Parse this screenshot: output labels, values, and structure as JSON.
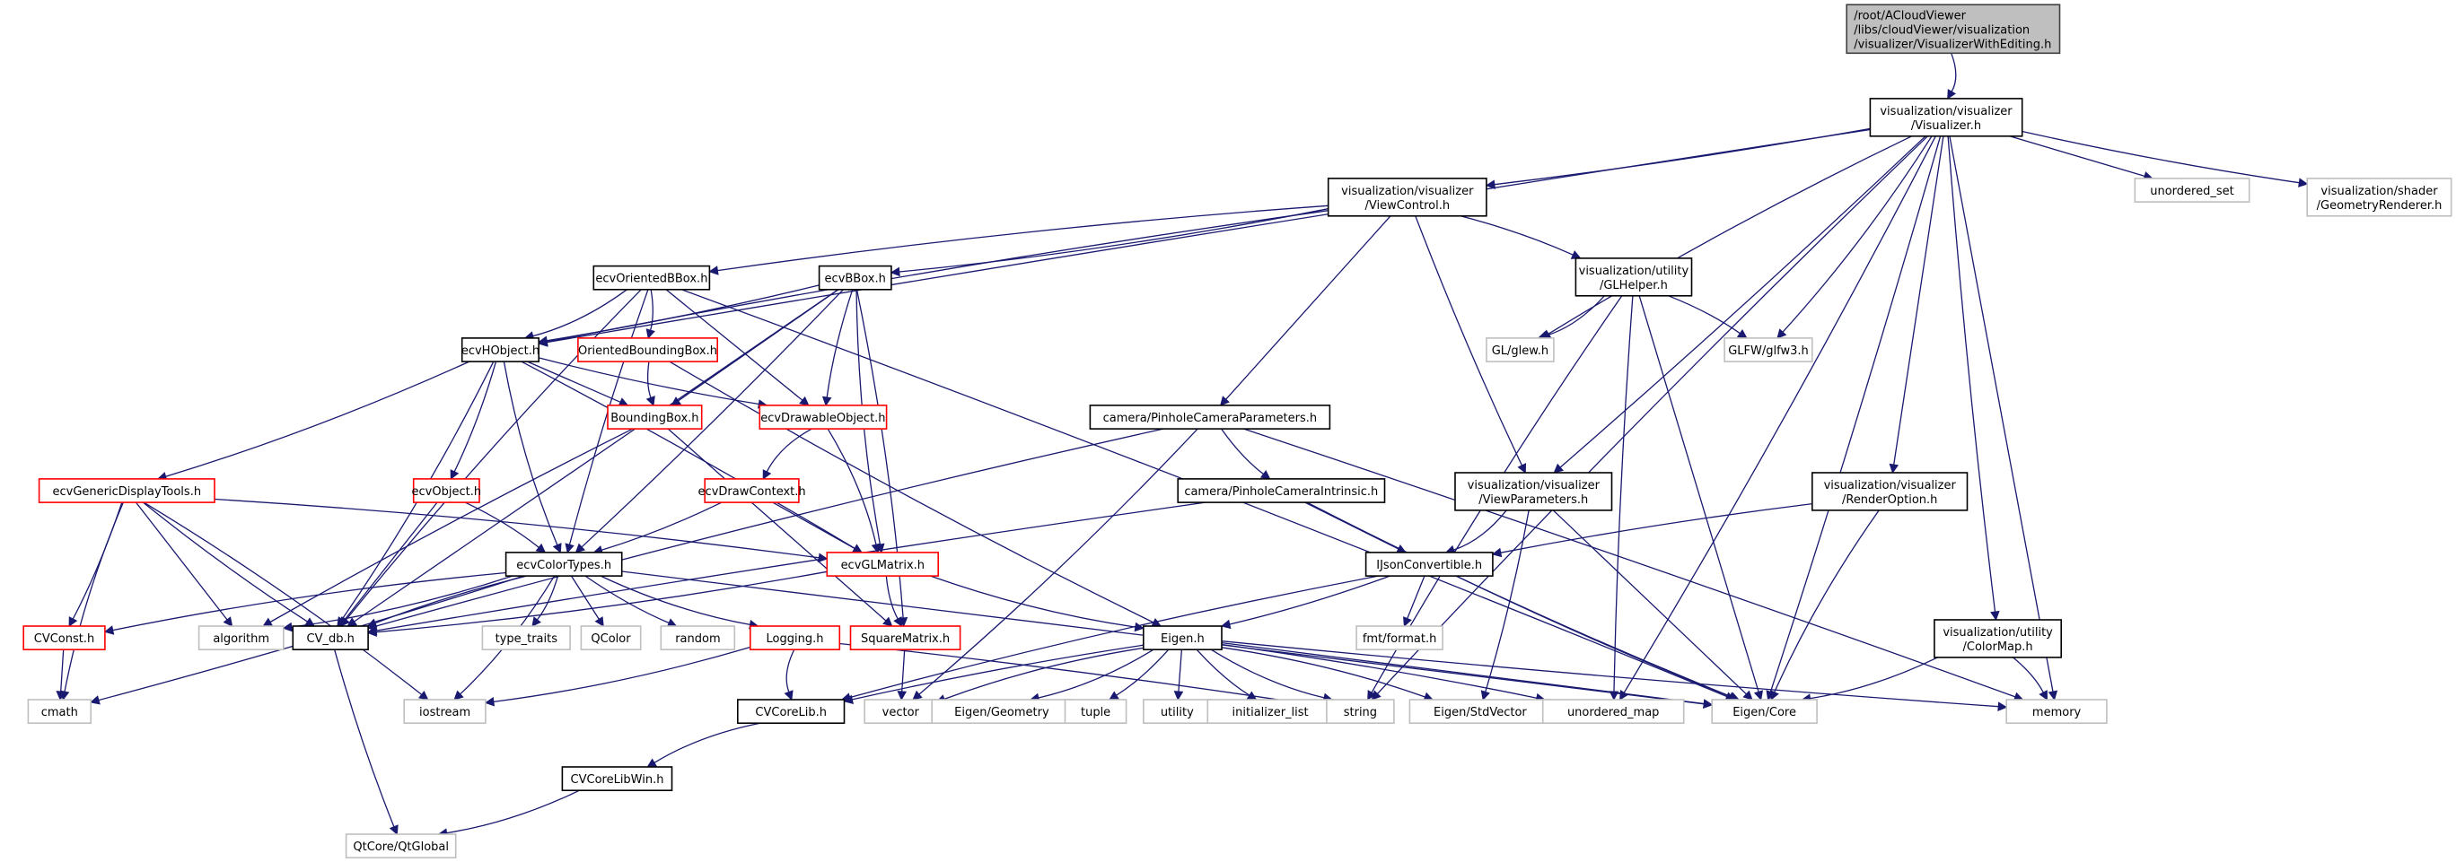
{
  "title": "Include dependency graph for VisualizerWithEditing.h",
  "colors": {
    "edge": "#191970",
    "root_fill": "#bfbfbf",
    "root_border": "#404040",
    "documented_border": "#000000",
    "truncated_border": "#ff0000",
    "external_border": "#bfbfbf"
  },
  "nodes": [
    {
      "id": "root",
      "lines": [
        "/root/ACloudViewer",
        "/libs/cloudViewer/visualization",
        "/visualizer/VisualizerWithEditing.h"
      ],
      "kind": "root"
    },
    {
      "id": "visualizer",
      "lines": [
        "visualization/visualizer",
        "/Visualizer.h"
      ],
      "kind": "documented"
    },
    {
      "id": "viewcontrol",
      "lines": [
        "visualization/visualizer",
        "/ViewControl.h"
      ],
      "kind": "documented"
    },
    {
      "id": "unordered_set",
      "lines": [
        "unordered_set"
      ],
      "kind": "external"
    },
    {
      "id": "geomrenderer",
      "lines": [
        "visualization/shader",
        "/GeometryRenderer.h"
      ],
      "kind": "external"
    },
    {
      "id": "ecvorientedbbox",
      "lines": [
        "ecvOrientedBBox.h"
      ],
      "kind": "documented"
    },
    {
      "id": "ecvbbox",
      "lines": [
        "ecvBBox.h"
      ],
      "kind": "documented"
    },
    {
      "id": "glhelper",
      "lines": [
        "visualization/utility",
        "/GLHelper.h"
      ],
      "kind": "documented"
    },
    {
      "id": "glew",
      "lines": [
        "GL/glew.h"
      ],
      "kind": "external"
    },
    {
      "id": "glfw",
      "lines": [
        "GLFW/glfw3.h"
      ],
      "kind": "external"
    },
    {
      "id": "ecvhobject",
      "lines": [
        "ecvHObject.h"
      ],
      "kind": "documented"
    },
    {
      "id": "orientedbb",
      "lines": [
        "OrientedBoundingBox.h"
      ],
      "kind": "truncated"
    },
    {
      "id": "boundingbox",
      "lines": [
        "BoundingBox.h"
      ],
      "kind": "truncated"
    },
    {
      "id": "drawable",
      "lines": [
        "ecvDrawableObject.h"
      ],
      "kind": "truncated"
    },
    {
      "id": "pinholeparams",
      "lines": [
        "camera/PinholeCameraParameters.h"
      ],
      "kind": "documented"
    },
    {
      "id": "pinholeintr",
      "lines": [
        "camera/PinholeCameraIntrinsic.h"
      ],
      "kind": "documented"
    },
    {
      "id": "viewparams",
      "lines": [
        "visualization/visualizer",
        "/ViewParameters.h"
      ],
      "kind": "documented"
    },
    {
      "id": "renderoption",
      "lines": [
        "visualization/visualizer",
        "/RenderOption.h"
      ],
      "kind": "documented"
    },
    {
      "id": "genericdisplay",
      "lines": [
        "ecvGenericDisplayTools.h"
      ],
      "kind": "truncated"
    },
    {
      "id": "ecvobject",
      "lines": [
        "ecvObject.h"
      ],
      "kind": "truncated"
    },
    {
      "id": "drawcontext",
      "lines": [
        "ecvDrawContext.h"
      ],
      "kind": "truncated"
    },
    {
      "id": "colortypes",
      "lines": [
        "ecvColorTypes.h"
      ],
      "kind": "documented"
    },
    {
      "id": "glmatrix",
      "lines": [
        "ecvGLMatrix.h"
      ],
      "kind": "truncated"
    },
    {
      "id": "ijson",
      "lines": [
        "IJsonConvertible.h"
      ],
      "kind": "documented"
    },
    {
      "id": "colormap",
      "lines": [
        "visualization/utility",
        "/ColorMap.h"
      ],
      "kind": "documented"
    },
    {
      "id": "cvconst",
      "lines": [
        "CVConst.h"
      ],
      "kind": "truncated"
    },
    {
      "id": "algorithm",
      "lines": [
        "algorithm"
      ],
      "kind": "external"
    },
    {
      "id": "cvdb",
      "lines": [
        "CV_db.h"
      ],
      "kind": "documented"
    },
    {
      "id": "type_traits",
      "lines": [
        "type_traits"
      ],
      "kind": "external"
    },
    {
      "id": "qcolor",
      "lines": [
        "QColor"
      ],
      "kind": "external"
    },
    {
      "id": "random",
      "lines": [
        "random"
      ],
      "kind": "external"
    },
    {
      "id": "logging",
      "lines": [
        "Logging.h"
      ],
      "kind": "truncated"
    },
    {
      "id": "squarematrix",
      "lines": [
        "SquareMatrix.h"
      ],
      "kind": "truncated"
    },
    {
      "id": "eigen",
      "lines": [
        "Eigen.h"
      ],
      "kind": "documented"
    },
    {
      "id": "fmtformat",
      "lines": [
        "fmt/format.h"
      ],
      "kind": "external"
    },
    {
      "id": "cmath",
      "lines": [
        "cmath"
      ],
      "kind": "external"
    },
    {
      "id": "iostream",
      "lines": [
        "iostream"
      ],
      "kind": "external"
    },
    {
      "id": "cvcorelib",
      "lines": [
        "CVCoreLib.h"
      ],
      "kind": "documented"
    },
    {
      "id": "vector",
      "lines": [
        "vector"
      ],
      "kind": "external"
    },
    {
      "id": "eigengeom",
      "lines": [
        "Eigen/Geometry"
      ],
      "kind": "external"
    },
    {
      "id": "tuple",
      "lines": [
        "tuple"
      ],
      "kind": "external"
    },
    {
      "id": "utility",
      "lines": [
        "utility"
      ],
      "kind": "external"
    },
    {
      "id": "initlist",
      "lines": [
        "initializer_list"
      ],
      "kind": "external"
    },
    {
      "id": "string",
      "lines": [
        "string"
      ],
      "kind": "external"
    },
    {
      "id": "eigenstdvec",
      "lines": [
        "Eigen/StdVector"
      ],
      "kind": "external"
    },
    {
      "id": "unordered_map",
      "lines": [
        "unordered_map"
      ],
      "kind": "external"
    },
    {
      "id": "eigencore",
      "lines": [
        "Eigen/Core"
      ],
      "kind": "external"
    },
    {
      "id": "memory",
      "lines": [
        "memory"
      ],
      "kind": "external"
    },
    {
      "id": "cvcorelibwin",
      "lines": [
        "CVCoreLibWin.h"
      ],
      "kind": "documented"
    },
    {
      "id": "qtglobal",
      "lines": [
        "QtCore/QtGlobal"
      ],
      "kind": "external"
    }
  ],
  "edges": [
    [
      "root",
      "visualizer"
    ],
    [
      "visualizer",
      "viewcontrol"
    ],
    [
      "visualizer",
      "unordered_set"
    ],
    [
      "visualizer",
      "geomrenderer"
    ],
    [
      "visualizer",
      "glew"
    ],
    [
      "visualizer",
      "glfw"
    ],
    [
      "visualizer",
      "viewparams"
    ],
    [
      "visualizer",
      "renderoption"
    ],
    [
      "visualizer",
      "colormap"
    ],
    [
      "visualizer",
      "string"
    ],
    [
      "visualizer",
      "unordered_map"
    ],
    [
      "visualizer",
      "eigencore"
    ],
    [
      "visualizer",
      "memory"
    ],
    [
      "visualizer",
      "ecvhobject"
    ],
    [
      "viewcontrol",
      "ecvorientedbbox"
    ],
    [
      "viewcontrol",
      "ecvbbox"
    ],
    [
      "viewcontrol",
      "glhelper"
    ],
    [
      "viewcontrol",
      "pinholeparams"
    ],
    [
      "viewcontrol",
      "viewparams"
    ],
    [
      "viewcontrol",
      "ecvhobject"
    ],
    [
      "glhelper",
      "glew"
    ],
    [
      "glhelper",
      "glfw"
    ],
    [
      "glhelper",
      "eigencore"
    ],
    [
      "glhelper",
      "unordered_map"
    ],
    [
      "glhelper",
      "string"
    ],
    [
      "ecvorientedbbox",
      "ecvhobject"
    ],
    [
      "ecvorientedbbox",
      "orientedbb"
    ],
    [
      "ecvorientedbbox",
      "drawable"
    ],
    [
      "ecvorientedbbox",
      "colortypes"
    ],
    [
      "ecvorientedbbox",
      "cvdb"
    ],
    [
      "ecvorientedbbox",
      "eigencore"
    ],
    [
      "ecvbbox",
      "ecvhobject"
    ],
    [
      "ecvbbox",
      "boundingbox"
    ],
    [
      "ecvbbox",
      "drawable"
    ],
    [
      "ecvbbox",
      "glmatrix"
    ],
    [
      "ecvbbox",
      "squarematrix"
    ],
    [
      "ecvbbox",
      "colortypes"
    ],
    [
      "ecvbbox",
      "cvdb"
    ],
    [
      "orientedbb",
      "boundingbox"
    ],
    [
      "orientedbb",
      "eigen"
    ],
    [
      "ecvhobject",
      "genericdisplay"
    ],
    [
      "ecvhobject",
      "ecvobject"
    ],
    [
      "ecvhobject",
      "boundingbox"
    ],
    [
      "ecvhobject",
      "drawable"
    ],
    [
      "ecvhobject",
      "colortypes"
    ],
    [
      "ecvhobject",
      "cvdb"
    ],
    [
      "ecvhobject",
      "glmatrix"
    ],
    [
      "boundingbox",
      "squarematrix"
    ],
    [
      "boundingbox",
      "algorithm"
    ],
    [
      "drawable",
      "drawcontext"
    ],
    [
      "drawable",
      "glmatrix"
    ],
    [
      "drawcontext",
      "colortypes"
    ],
    [
      "drawcontext",
      "glmatrix"
    ],
    [
      "pinholeparams",
      "pinholeintr"
    ],
    [
      "pinholeparams",
      "cvdb"
    ],
    [
      "pinholeparams",
      "vector"
    ],
    [
      "pinholeparams",
      "memory"
    ],
    [
      "pinholeintr",
      "ijson"
    ],
    [
      "pinholeintr",
      "cvdb"
    ],
    [
      "pinholeintr",
      "eigencore"
    ],
    [
      "viewparams",
      "ijson"
    ],
    [
      "viewparams",
      "eigenstdvec"
    ],
    [
      "viewparams",
      "eigencore"
    ],
    [
      "renderoption",
      "ijson"
    ],
    [
      "renderoption",
      "eigencore"
    ],
    [
      "genericdisplay",
      "glmatrix"
    ],
    [
      "genericdisplay",
      "cvconst"
    ],
    [
      "genericdisplay",
      "algorithm"
    ],
    [
      "genericdisplay",
      "cvdb"
    ],
    [
      "genericdisplay",
      "cmath"
    ],
    [
      "genericdisplay",
      "iostream"
    ],
    [
      "ecvobject",
      "colortypes"
    ],
    [
      "ecvobject",
      "cvdb"
    ],
    [
      "colortypes",
      "cvdb"
    ],
    [
      "colortypes",
      "cvconst"
    ],
    [
      "colortypes",
      "algorithm"
    ],
    [
      "colortypes",
      "type_traits"
    ],
    [
      "colortypes",
      "qcolor"
    ],
    [
      "colortypes",
      "random"
    ],
    [
      "colortypes",
      "logging"
    ],
    [
      "colortypes",
      "iostream"
    ],
    [
      "colortypes",
      "cmath"
    ],
    [
      "colortypes",
      "eigencore"
    ],
    [
      "glmatrix",
      "squarematrix"
    ],
    [
      "glmatrix",
      "eigen"
    ],
    [
      "glmatrix",
      "cvdb"
    ],
    [
      "ijson",
      "eigen"
    ],
    [
      "ijson",
      "fmtformat"
    ],
    [
      "ijson",
      "eigencore"
    ],
    [
      "ijson",
      "cvcorelib"
    ],
    [
      "colormap",
      "eigencore"
    ],
    [
      "colormap",
      "memory"
    ],
    [
      "cvconst",
      "cmath"
    ],
    [
      "cvdb",
      "qtglobal"
    ],
    [
      "logging",
      "cvcorelib"
    ],
    [
      "logging",
      "iostream"
    ],
    [
      "logging",
      "string"
    ],
    [
      "squarematrix",
      "vector"
    ],
    [
      "eigen",
      "cvcorelib"
    ],
    [
      "eigen",
      "vector"
    ],
    [
      "eigen",
      "eigengeom"
    ],
    [
      "eigen",
      "tuple"
    ],
    [
      "eigen",
      "utility"
    ],
    [
      "eigen",
      "initlist"
    ],
    [
      "eigen",
      "string"
    ],
    [
      "eigen",
      "eigenstdvec"
    ],
    [
      "eigen",
      "unordered_map"
    ],
    [
      "eigen",
      "eigencore"
    ],
    [
      "eigen",
      "memory"
    ],
    [
      "cvcorelib",
      "cvcorelibwin"
    ],
    [
      "cvcorelibwin",
      "qtglobal"
    ]
  ]
}
